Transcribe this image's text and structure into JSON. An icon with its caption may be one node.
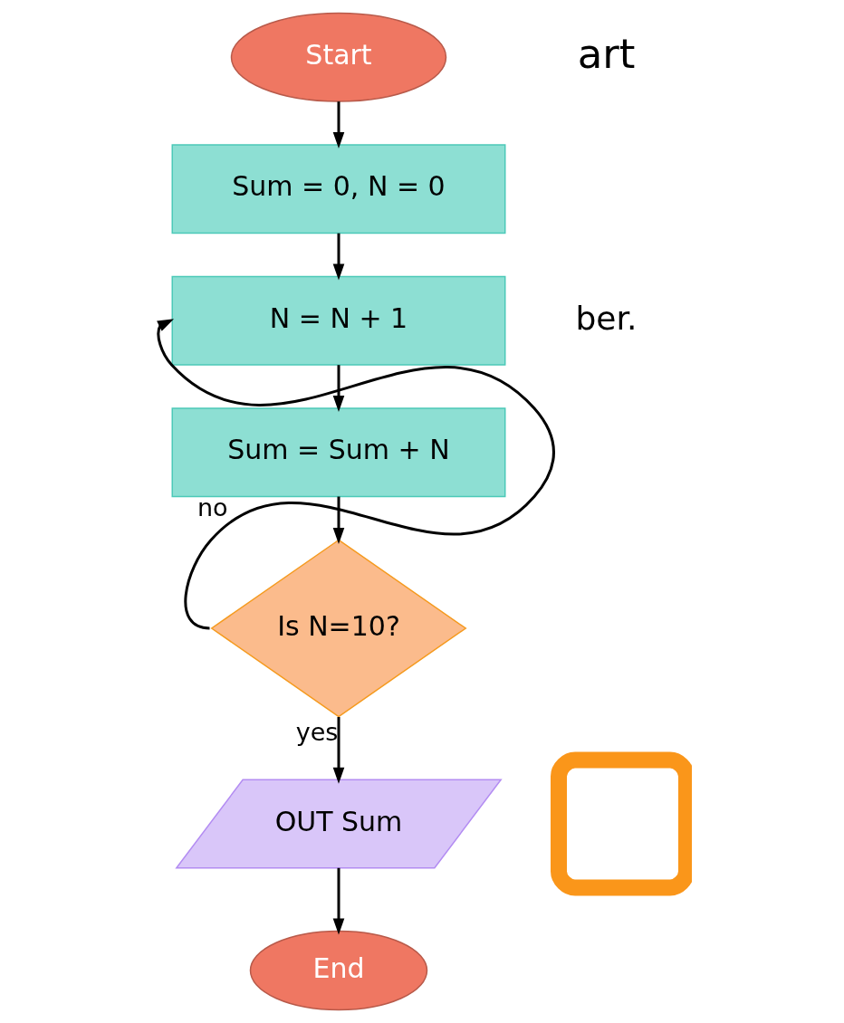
{
  "diagram": {
    "nodes": [
      {
        "text": [
          "Start"
        ]
      },
      {
        "text": [
          "Sum = 0, N = 0"
        ]
      },
      {
        "text": [
          "N = N + 1"
        ]
      },
      {
        "text": [
          "Sum = Sum + N"
        ]
      },
      {
        "text": [
          "Is N=10?"
        ]
      },
      {
        "text": [
          "OUT Sum"
        ]
      },
      {
        "text": [
          "End"
        ]
      },
      {
        "text": [],
        "shape": "box"
      }
    ],
    "edges": [
      {
        "from": 0,
        "to": 1,
        "arrow": "to"
      },
      {
        "from": 1,
        "to": 2,
        "arrow": "to"
      },
      {
        "from": 2,
        "to": 3,
        "arrow": "to"
      },
      {
        "from": 3,
        "to": 4,
        "arrow": "to"
      },
      {
        "from": 4,
        "to": 2,
        "arrow": "to",
        "label": "no"
      },
      {
        "from": 4,
        "to": 5,
        "arrow": "to",
        "label": "yes"
      },
      {
        "from": 5,
        "to": 6,
        "arrow": "to"
      }
    ],
    "labels": [
      "art",
      "ber."
    ]
  }
}
